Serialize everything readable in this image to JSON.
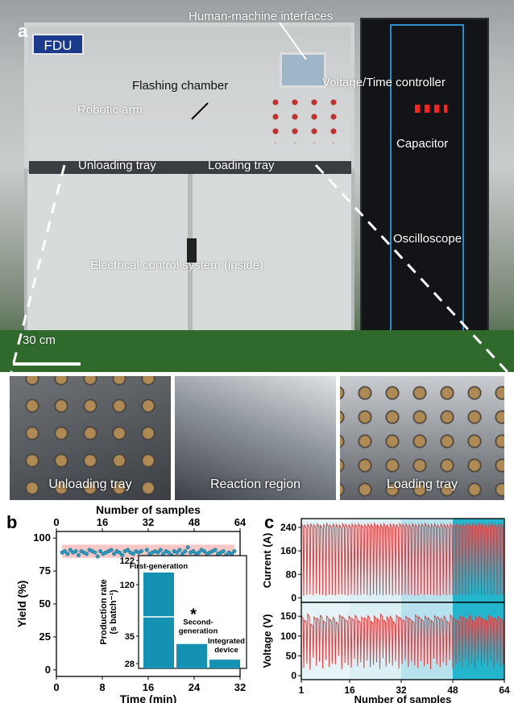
{
  "panel_a": {
    "letter": "a",
    "logo": "FDU",
    "labels": {
      "hmi": "Human-machine interfaces",
      "flashing": "Flashing chamber",
      "voltage_time": "Voltage/Time controller",
      "robotic": "Robotic arm",
      "capacitor": "Capacitor",
      "unloading": "Unloading tray",
      "loading": "Loading tray",
      "oscilloscope": "Oscilloscope",
      "electrical": "Electrical control system (inside)",
      "scale": "30 cm"
    },
    "thumbs": [
      "Unloading tray",
      "Reaction region",
      "Loading tray"
    ]
  },
  "chart_data": [
    {
      "panel": "b",
      "type": "scatter",
      "xlabel": "Time (min)",
      "x2label": "Number of samples",
      "ylabel": "Yield (%)",
      "xlim": [
        0,
        32
      ],
      "x2lim": [
        0,
        64
      ],
      "xticks": [
        0,
        8,
        16,
        24,
        32
      ],
      "x2ticks": [
        0,
        16,
        32,
        48,
        64
      ],
      "yticks": [
        0,
        25,
        50,
        75,
        100
      ],
      "ylim": [
        -5,
        105
      ],
      "band": [
        85,
        95
      ],
      "band_color": "#f7c6c6",
      "point_color": "#2a9bc0",
      "values": [
        89,
        90,
        88,
        91,
        89,
        90,
        87,
        90,
        89,
        88,
        91,
        90,
        89,
        86,
        90,
        88,
        89,
        90,
        91,
        88,
        90,
        89,
        87,
        90,
        91,
        89,
        88,
        90,
        89,
        90,
        84,
        91,
        88,
        89,
        90,
        89,
        91,
        88,
        90,
        89,
        87,
        90,
        89,
        91,
        88,
        90,
        93,
        89,
        90,
        88,
        89,
        91,
        90,
        88,
        89,
        90,
        91,
        88,
        89,
        90,
        87,
        89,
        88,
        90
      ],
      "inset": {
        "type": "bar",
        "ylabel": "Production rate",
        "ylabel2": "(s batch⁻¹)",
        "yticks": [
          28,
          35,
          120,
          122
        ],
        "categories": [
          "First-generation",
          "Second-generation",
          "Integrated device"
        ],
        "category_lines": [
          [
            "First-generation"
          ],
          [
            "Second-",
            "generation"
          ],
          [
            "Integrated",
            "device"
          ]
        ],
        "values": [
          121,
          33,
          29
        ],
        "bar_color": "#1591b3",
        "marker": "*"
      }
    },
    {
      "panel": "c",
      "type": "line",
      "xlabel": "Number of samples",
      "xticks": [
        1,
        16,
        32,
        48,
        64
      ],
      "xlim": [
        1,
        64
      ],
      "top": {
        "ylabel": "Current (A)",
        "yticks": [
          0,
          80,
          160,
          240
        ],
        "ylim": [
          -15,
          270
        ]
      },
      "bottom": {
        "ylabel": "Voltage (V)",
        "yticks": [
          0,
          50,
          100,
          150
        ],
        "ylim": [
          -10,
          185
        ]
      },
      "series_color": "#e23b3b",
      "segment_colors": [
        "#e6f4f8",
        "#dceff5",
        "#b7e1ec",
        "#23b5cc"
      ],
      "current_peaks": [
        252,
        248,
        250,
        251,
        249,
        252,
        247,
        250,
        253,
        249,
        251,
        250,
        248,
        252,
        250,
        249,
        251,
        250,
        252,
        248,
        249,
        251,
        250,
        253,
        249,
        250,
        252,
        248,
        251,
        250,
        249,
        252,
        250,
        251,
        248,
        252,
        249,
        250,
        251,
        253,
        249,
        250,
        252,
        248,
        251,
        250,
        249,
        252,
        250,
        251,
        248,
        249,
        252,
        250,
        251,
        249,
        253,
        250,
        248,
        251,
        252,
        249,
        250,
        251
      ],
      "current_troughs": [
        8,
        10,
        12,
        9,
        14,
        11,
        10,
        8,
        12,
        10,
        9,
        13,
        11,
        10,
        8,
        12,
        10,
        9,
        11,
        13,
        10,
        8,
        12,
        10,
        11,
        9,
        10,
        12,
        8,
        11,
        10,
        9,
        12,
        10,
        11,
        8,
        9,
        13,
        10,
        12,
        11,
        10,
        9,
        8,
        12,
        10,
        11,
        9,
        10,
        12,
        8,
        11,
        10,
        9,
        12,
        13,
        10,
        8,
        11,
        10,
        12,
        9,
        10,
        11
      ],
      "voltage_peaks": [
        150,
        140,
        155,
        130,
        148,
        145,
        152,
        138,
        150,
        142,
        147,
        135,
        153,
        149,
        141,
        150,
        144,
        152,
        139,
        148,
        146,
        151,
        137,
        150,
        143,
        155,
        140,
        148,
        150,
        136,
        152,
        147,
        141,
        150,
        145,
        138,
        153,
        149,
        142,
        150,
        146,
        139,
        151,
        148,
        144,
        150,
        137,
        153,
        145,
        140,
        150,
        148,
        143,
        152,
        139,
        147,
        150,
        144,
        141,
        152,
        148,
        145,
        150,
        143
      ],
      "voltage_troughs": [
        20,
        30,
        15,
        45,
        25,
        35,
        18,
        40,
        22,
        30,
        28,
        50,
        16,
        32,
        26,
        20,
        42,
        24,
        34,
        19,
        38,
        21,
        27,
        33,
        17,
        44,
        23,
        31,
        25,
        36,
        18,
        29,
        40,
        22,
        35,
        26,
        19,
        37,
        24,
        30,
        16,
        43,
        28,
        21,
        33,
        25,
        39,
        18,
        27,
        34,
        20,
        41,
        23,
        29,
        15,
        36,
        26,
        31,
        22,
        38,
        19,
        32,
        24,
        28
      ]
    }
  ]
}
